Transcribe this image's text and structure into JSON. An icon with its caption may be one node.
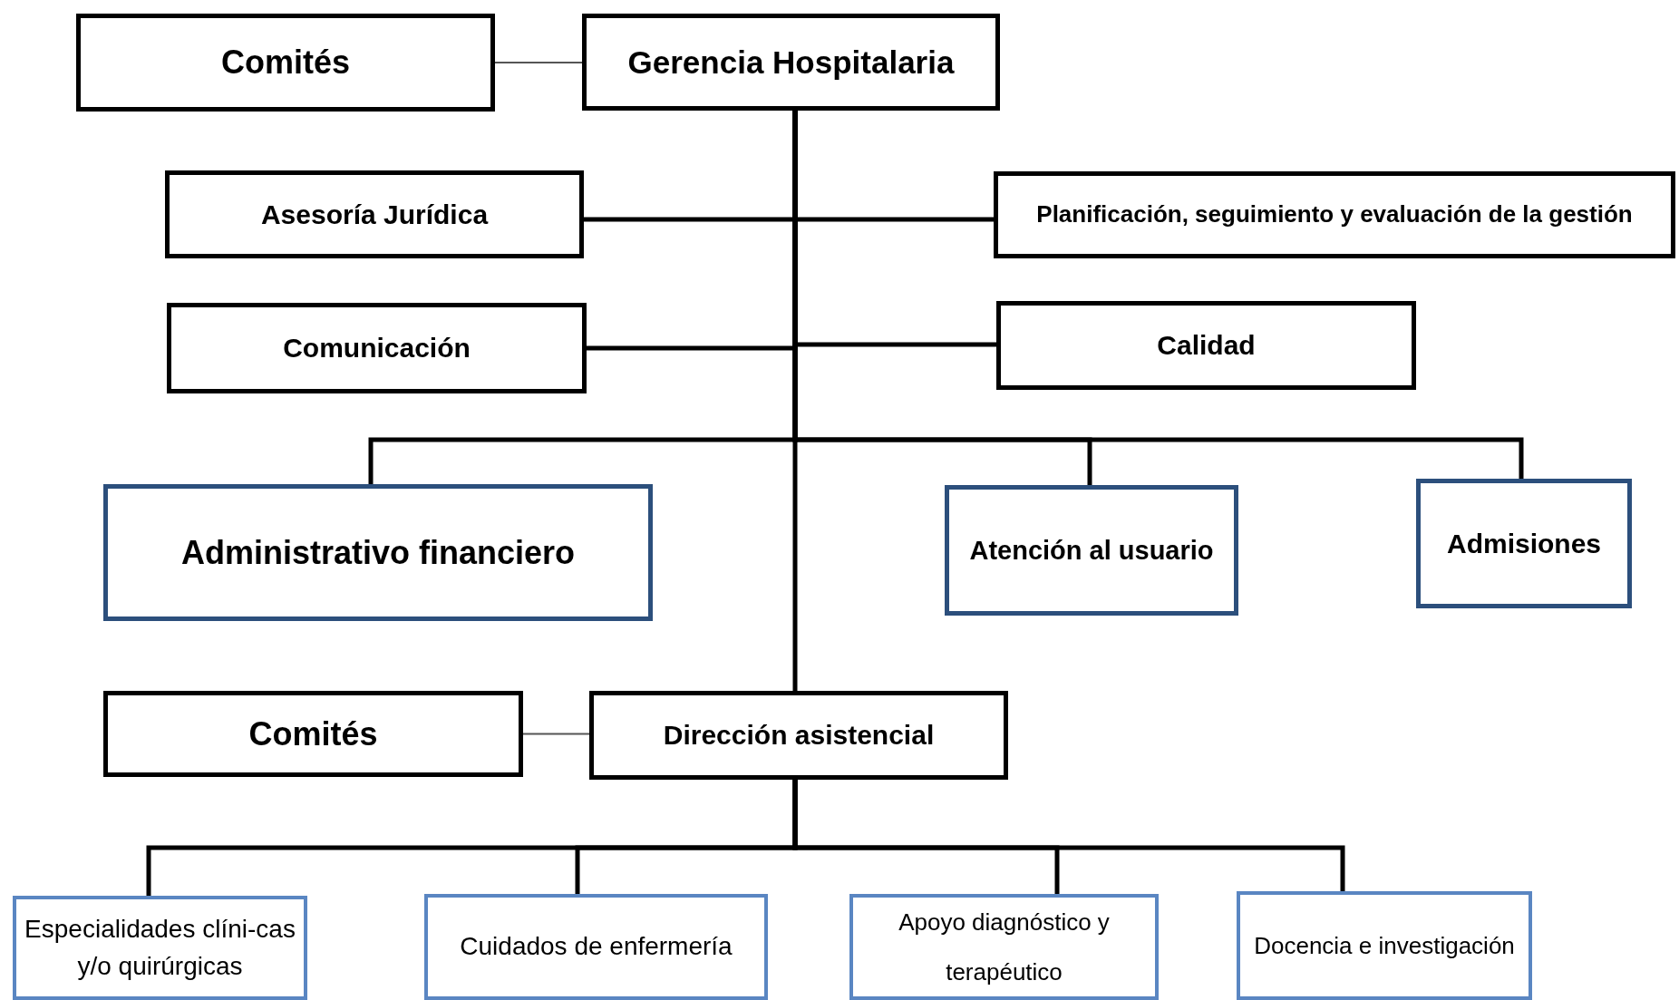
{
  "diagram": {
    "nodes": [
      {
        "text": [
          "Comités"
        ]
      },
      {
        "text": [
          "Gerencia Hospitalaria"
        ]
      },
      {
        "text": [
          "Asesoría Jurídica"
        ]
      },
      {
        "text": [
          "Planificación, seguimiento y evaluación de la gestión"
        ]
      },
      {
        "text": [
          "Comunicación"
        ]
      },
      {
        "text": [
          "Calidad"
        ]
      },
      {
        "text": [
          "Administrativo financiero"
        ]
      },
      {
        "text": [
          "Atención al usuario"
        ]
      },
      {
        "text": [
          "Admisiones"
        ]
      },
      {
        "text": [
          "Comités"
        ]
      },
      {
        "text": [
          "Dirección asistencial"
        ]
      },
      {
        "text": [
          "Especialidades clíni-cas y/o quirúrgicas"
        ]
      },
      {
        "text": [
          "Cuidados de enfermería"
        ]
      },
      {
        "text": [
          "Apoyo diagnóstico y terapéutico"
        ]
      },
      {
        "text": [
          "Docencia e investigación"
        ]
      }
    ],
    "edges": [
      {
        "from": 0,
        "to": 1,
        "arrow": "none",
        "color": "#555555"
      },
      {
        "from": 1,
        "to": 2,
        "arrow": "none"
      },
      {
        "from": 1,
        "to": 3,
        "arrow": "none"
      },
      {
        "from": 1,
        "to": 4,
        "arrow": "none"
      },
      {
        "from": 1,
        "to": 5,
        "arrow": "none"
      },
      {
        "from": 1,
        "to": 6,
        "arrow": "none"
      },
      {
        "from": 1,
        "to": 7,
        "arrow": "none"
      },
      {
        "from": 1,
        "to": 8,
        "arrow": "none"
      },
      {
        "from": 1,
        "to": 10,
        "arrow": "none"
      },
      {
        "from": 9,
        "to": 10,
        "arrow": "none",
        "color": "#555555"
      },
      {
        "from": 10,
        "to": 11,
        "arrow": "none"
      },
      {
        "from": 10,
        "to": 12,
        "arrow": "none"
      },
      {
        "from": 10,
        "to": 13,
        "arrow": "none"
      },
      {
        "from": 10,
        "to": 14,
        "arrow": "none"
      }
    ]
  }
}
